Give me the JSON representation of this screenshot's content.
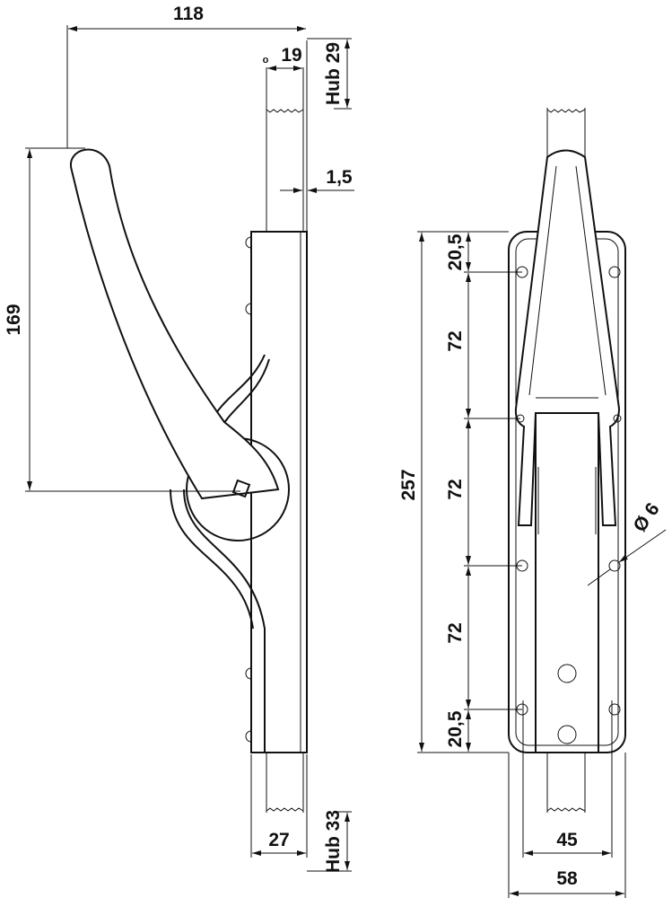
{
  "drawing": {
    "side_view": {
      "width_overall": "118",
      "strap_width_prefix": "o",
      "strap_width": "19",
      "stroke_top": "Hub 29",
      "plate_offset": "1,5",
      "handle_height": "169",
      "plate_depth": "27",
      "stroke_bottom": "Hub 33"
    },
    "front_view": {
      "overall_height": "257",
      "hole_spacing": [
        "20,5",
        "72",
        "72",
        "72",
        "20,5"
      ],
      "hole_diameter": "Ø 6",
      "inner_width": "45",
      "plate_width": "58"
    },
    "colors": {
      "line": "#111111",
      "background": "#ffffff"
    }
  }
}
